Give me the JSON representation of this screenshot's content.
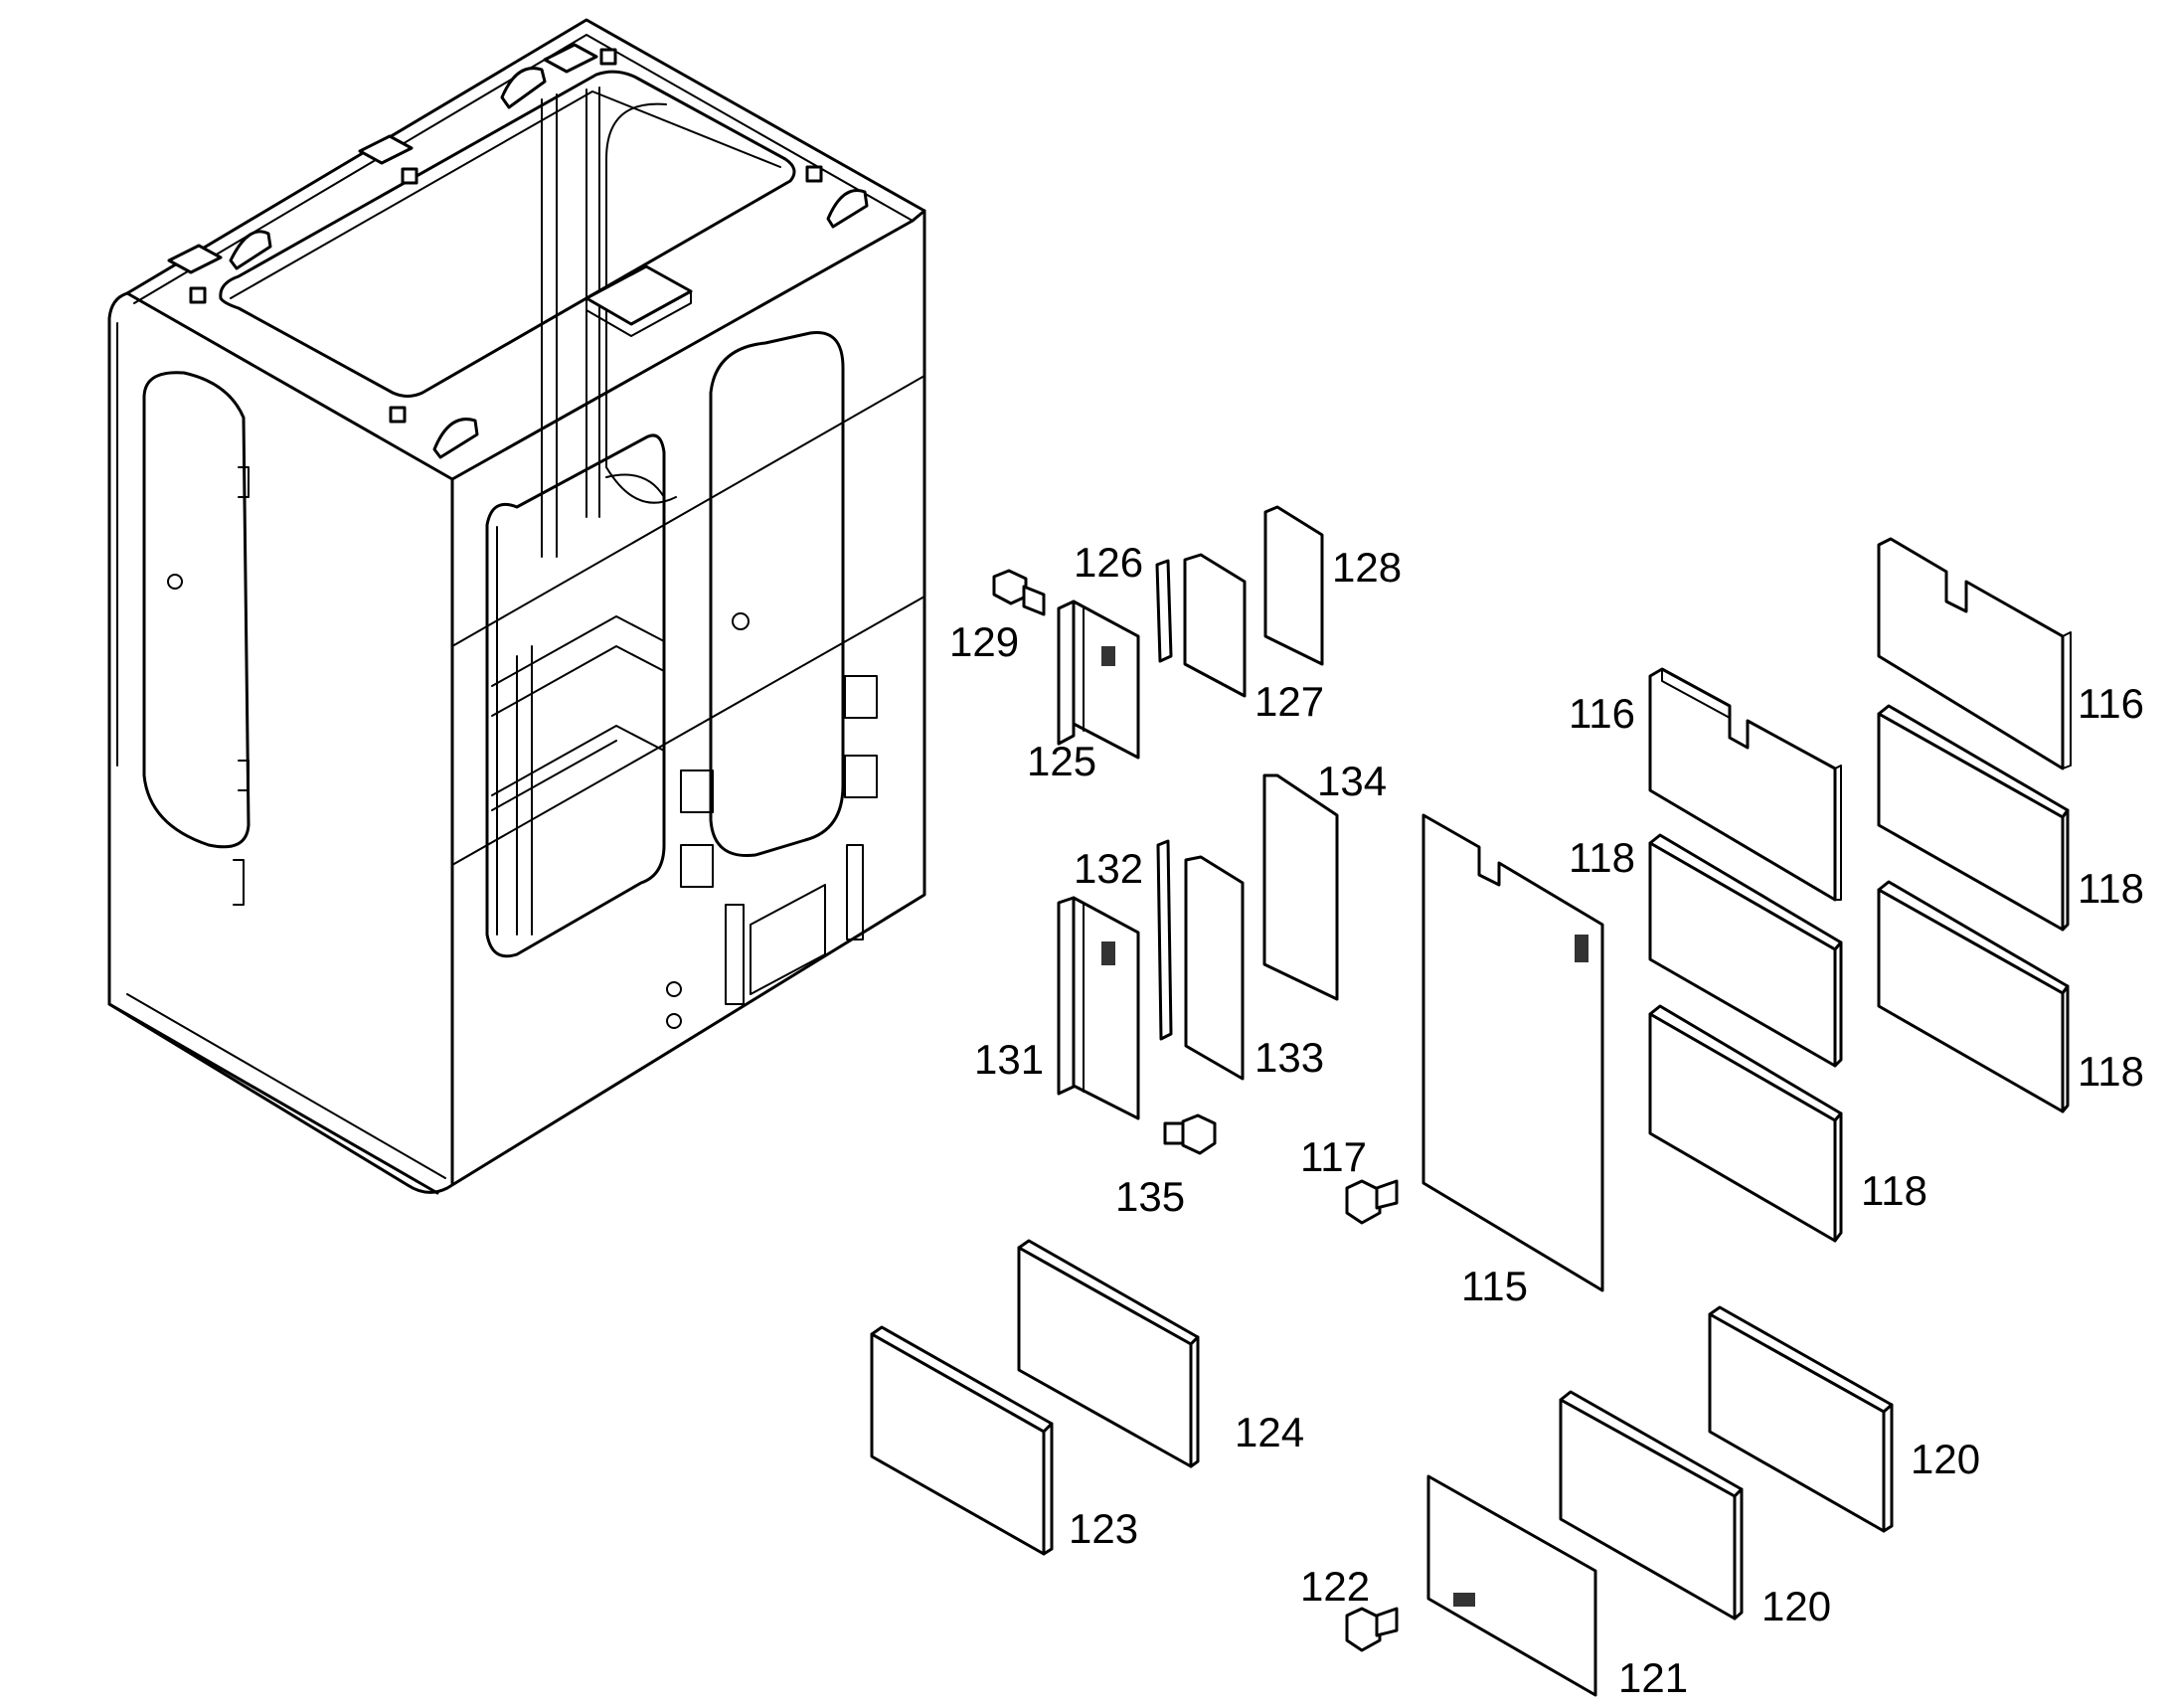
{
  "labels": {
    "p115": "115",
    "p116a": "116",
    "p116b": "116",
    "p117": "117",
    "p118a": "118",
    "p118b": "118",
    "p118c": "118",
    "p118d": "118",
    "p120a": "120",
    "p120b": "120",
    "p121": "121",
    "p122": "122",
    "p123": "123",
    "p124": "124",
    "p125": "125",
    "p126": "126",
    "p127": "127",
    "p128": "128",
    "p129": "129",
    "p131": "131",
    "p132": "132",
    "p133": "133",
    "p134": "134",
    "p135": "135"
  },
  "colors": {
    "line": "#000000",
    "background": "#ffffff"
  }
}
